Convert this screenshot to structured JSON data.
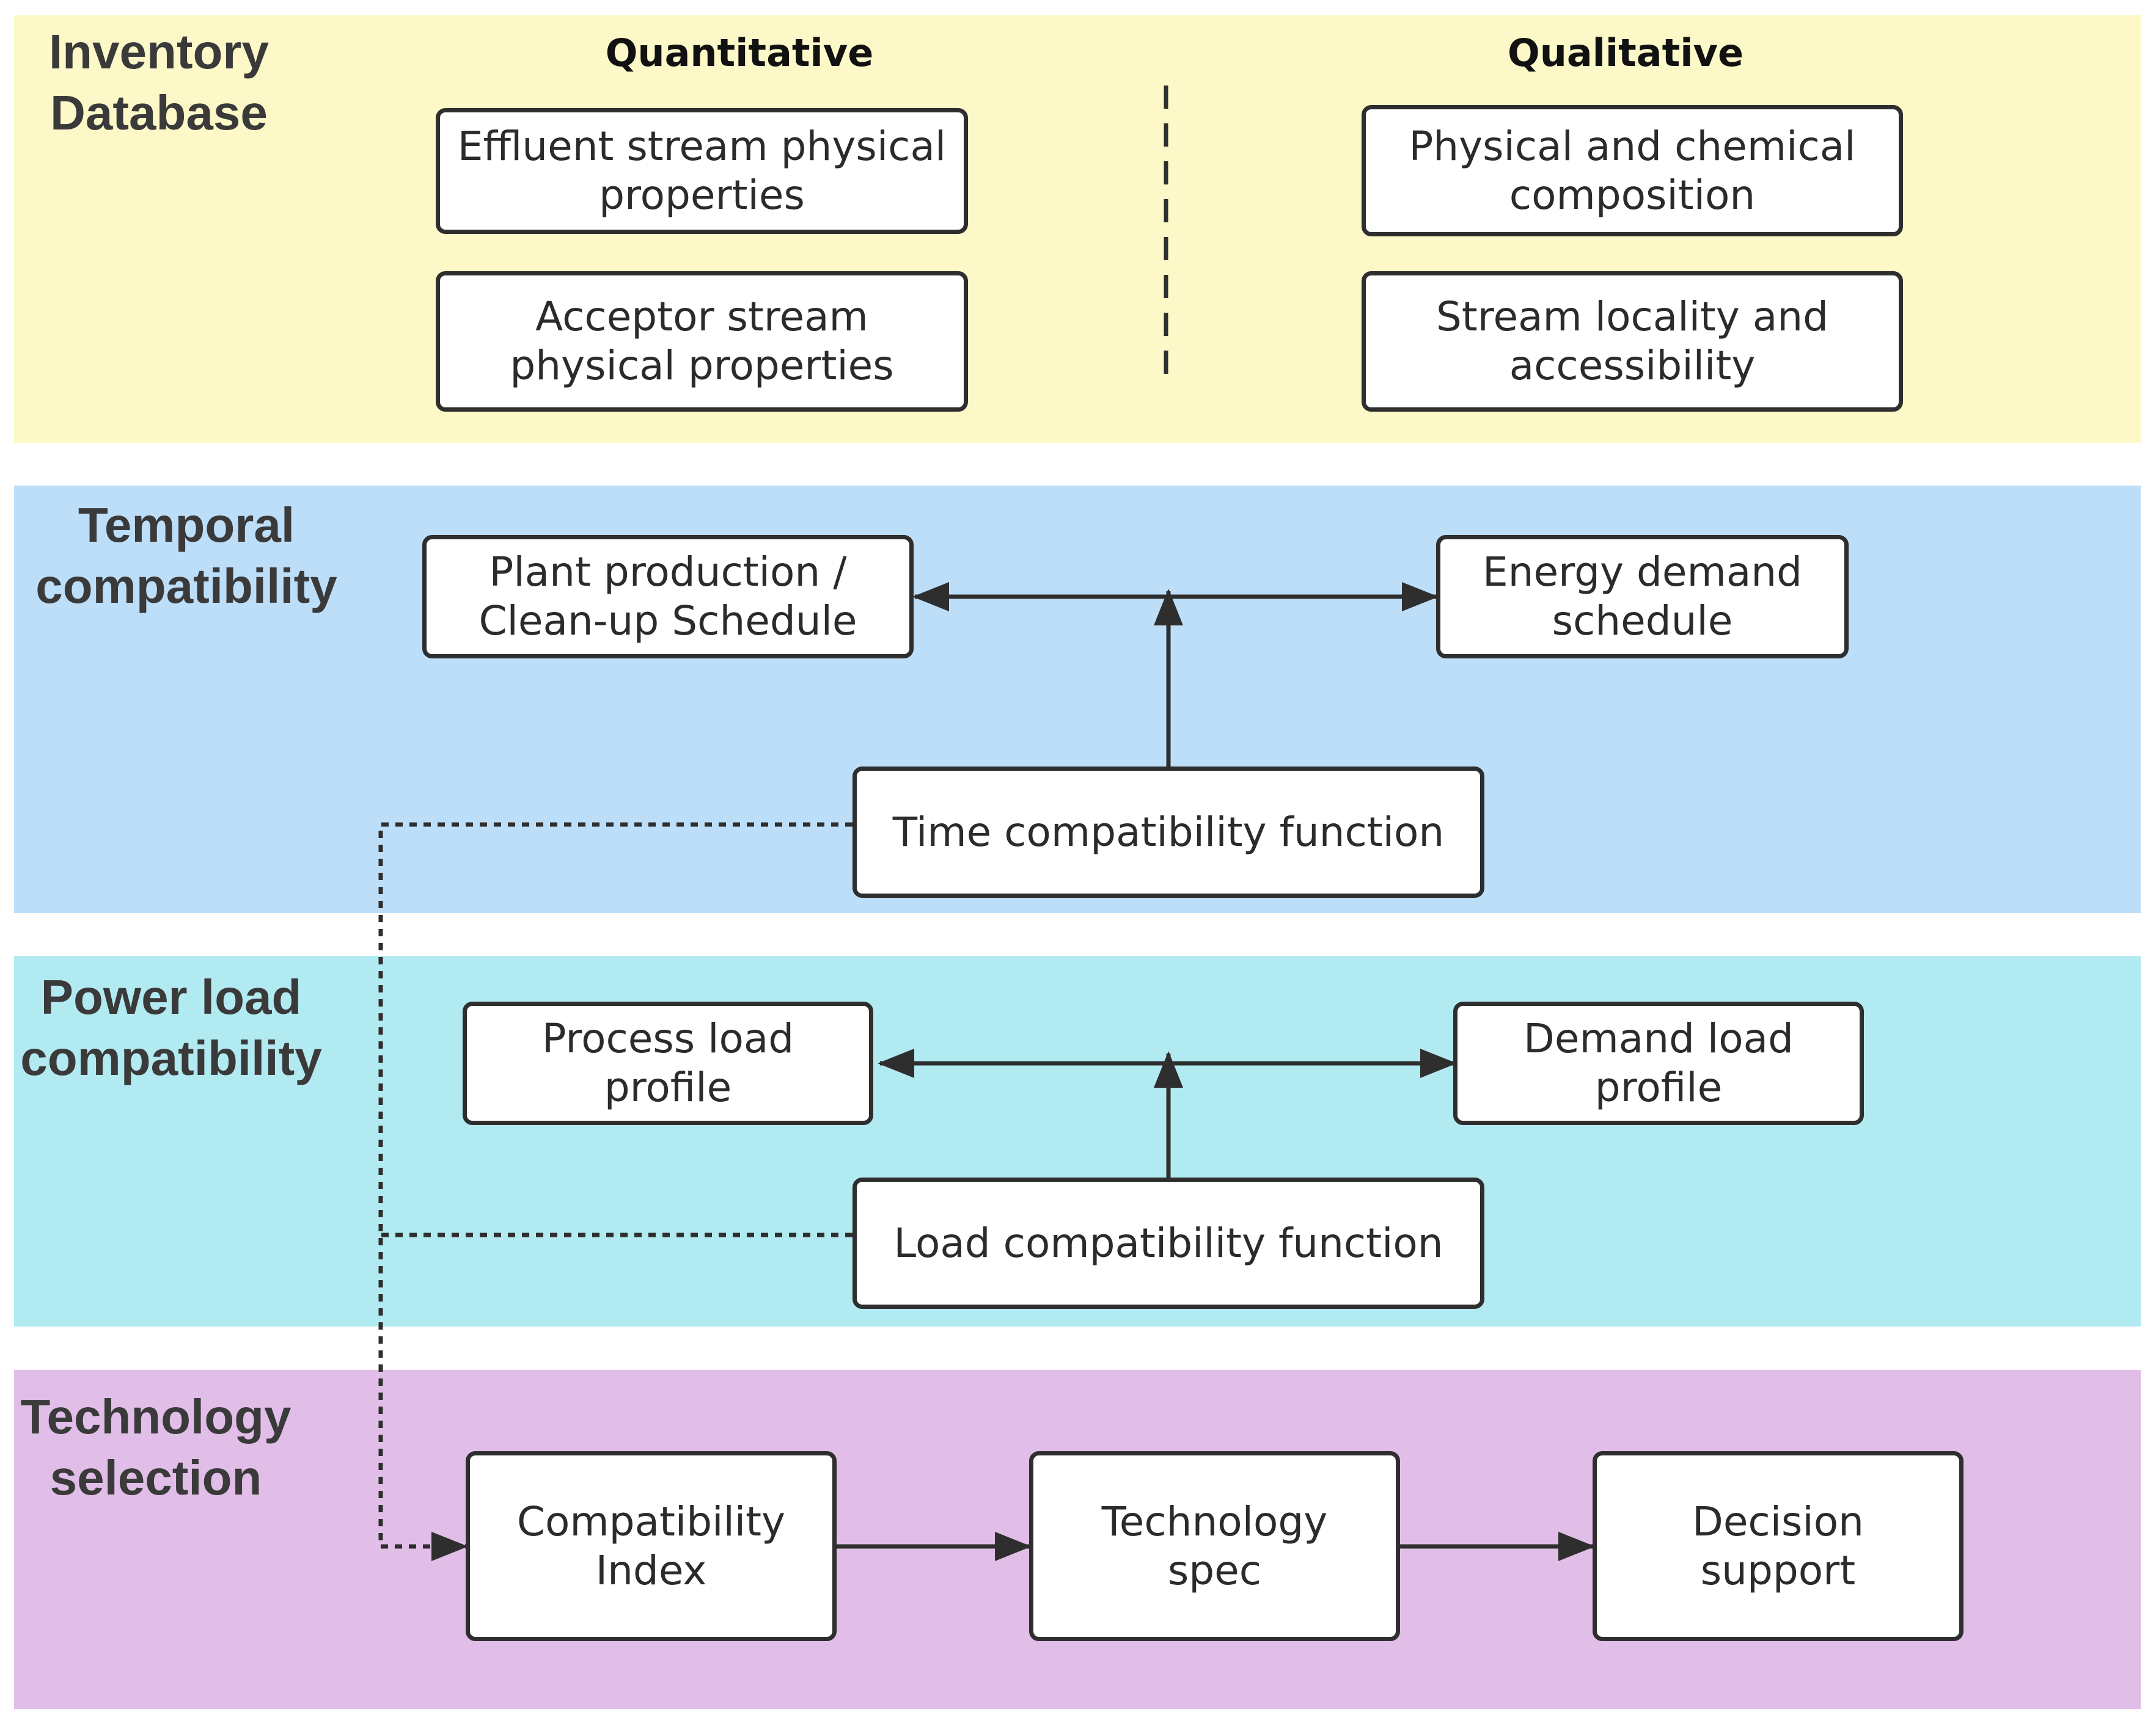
{
  "colors": {
    "inventory_band": "#FCF8C7",
    "temporal_band": "#BDDEF8",
    "power_band": "#B2EAF2",
    "tech_band": "#E1BEE7",
    "box_border": "#2E2E2E",
    "arrow": "#2E2E2E"
  },
  "inventory": {
    "title": "Inventory\nDatabase",
    "quantitative_title": "Quantitative",
    "qualitative_title": "Qualitative",
    "effluent": "Effluent stream physical\nproperties",
    "acceptor": "Acceptor stream\nphysical properties",
    "composition": "Physical and chemical\ncomposition",
    "locality": "Stream locality and\naccessibility"
  },
  "temporal": {
    "title": "Temporal\ncompatibility",
    "plant": "Plant production /\nClean-up Schedule",
    "energy": "Energy demand\nschedule",
    "function": "Time compatibility function"
  },
  "power": {
    "title": "Power load\ncompatibility",
    "process": "Process load\nprofile",
    "demand": "Demand load\nprofile",
    "function": "Load compatibility function"
  },
  "tech": {
    "title": "Technology\nselection",
    "index": "Compatibility\nIndex",
    "spec": "Technology\nspec",
    "decision": "Decision\nsupport"
  }
}
